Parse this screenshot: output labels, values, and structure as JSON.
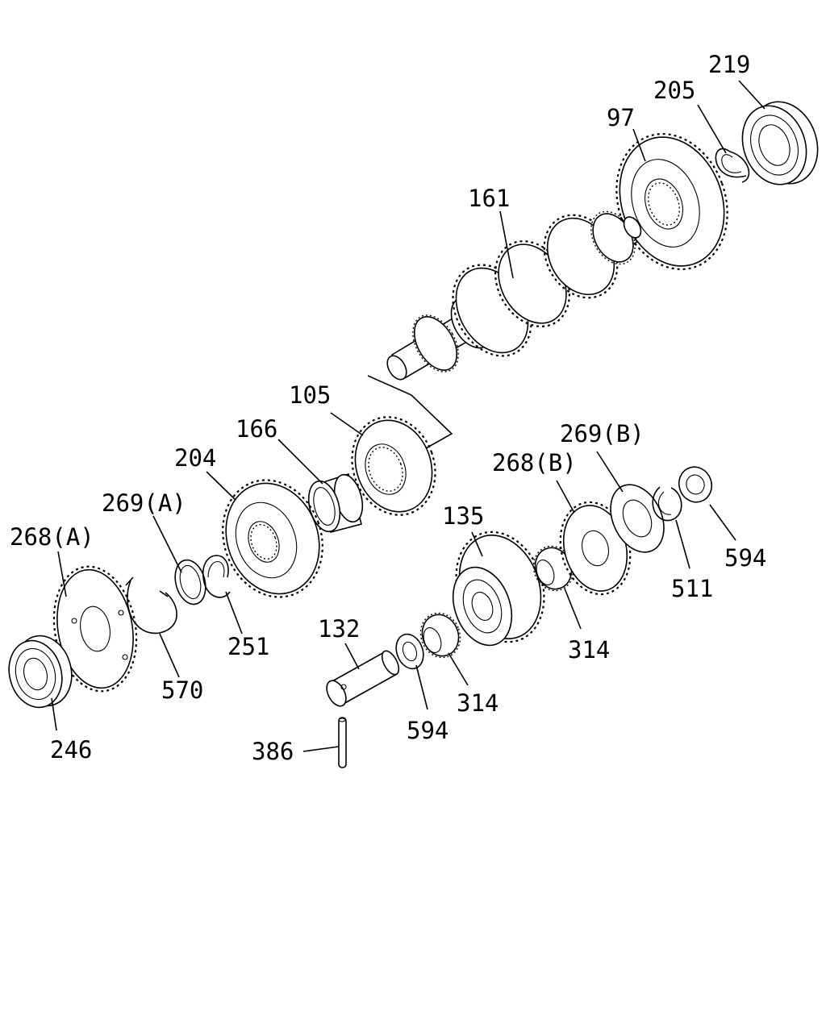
{
  "diagram": {
    "parts": [
      {
        "id": "label-219",
        "text": "219"
      },
      {
        "id": "label-205",
        "text": "205"
      },
      {
        "id": "label-97",
        "text": "97"
      },
      {
        "id": "label-161",
        "text": "161"
      },
      {
        "id": "label-105",
        "text": "105"
      },
      {
        "id": "label-166",
        "text": "166"
      },
      {
        "id": "label-204",
        "text": "204"
      },
      {
        "id": "label-269a",
        "text": "269(A)"
      },
      {
        "id": "label-268a",
        "text": "268(A)"
      },
      {
        "id": "label-251",
        "text": "251"
      },
      {
        "id": "label-570",
        "text": "570"
      },
      {
        "id": "label-246",
        "text": "246"
      },
      {
        "id": "label-269b",
        "text": "269(B)"
      },
      {
        "id": "label-268b",
        "text": "268(B)"
      },
      {
        "id": "label-135",
        "text": "135"
      },
      {
        "id": "label-594-right",
        "text": "594"
      },
      {
        "id": "label-511",
        "text": "511"
      },
      {
        "id": "label-314-right",
        "text": "314"
      },
      {
        "id": "label-132",
        "text": "132"
      },
      {
        "id": "label-314-left",
        "text": "314"
      },
      {
        "id": "label-594-left",
        "text": "594"
      },
      {
        "id": "label-386",
        "text": "386"
      }
    ]
  }
}
